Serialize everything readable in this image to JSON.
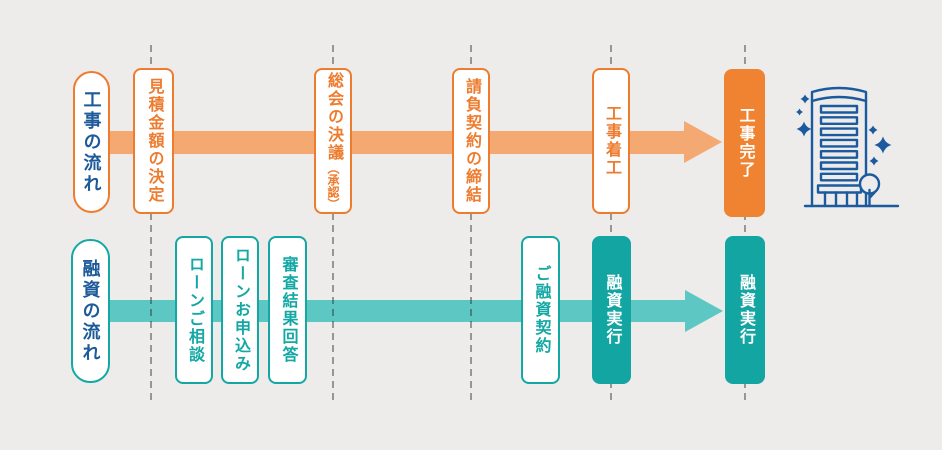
{
  "colors": {
    "bg": "#edecea",
    "orange": "#ee7c2f",
    "orange_fill": "#ef8331",
    "orange_light": "#f4a972",
    "teal": "#14a8a4",
    "teal_fill": "#12a5a1",
    "teal_light": "#5cc7c3",
    "blue_text": "#1d5a99",
    "icon_blue": "#1b5a9e",
    "dashed_line": "#949391"
  },
  "construction_flow": {
    "title": "工事の流れ",
    "steps": [
      {
        "label": "見積金額の決定",
        "style": "outline"
      },
      {
        "label": "総会の決議",
        "sub_label": "（承認）",
        "style": "outline"
      },
      {
        "label": "請負契約の締結",
        "style": "outline"
      },
      {
        "label": "工事着工",
        "style": "outline"
      },
      {
        "label": "工事完了",
        "style": "filled"
      }
    ]
  },
  "finance_flow": {
    "title": "融資の流れ",
    "steps": [
      {
        "label": "ローンご相談",
        "style": "outline"
      },
      {
        "label": "ローンお申込み",
        "style": "outline"
      },
      {
        "label": "審査結果回答",
        "style": "outline"
      },
      {
        "label": "ご融資契約",
        "style": "outline"
      },
      {
        "label": "融資実行",
        "style": "filled"
      },
      {
        "label": "融資実行",
        "style": "filled"
      }
    ]
  },
  "icons": {
    "building": "building-with-sparkles-and-tree-icon"
  }
}
